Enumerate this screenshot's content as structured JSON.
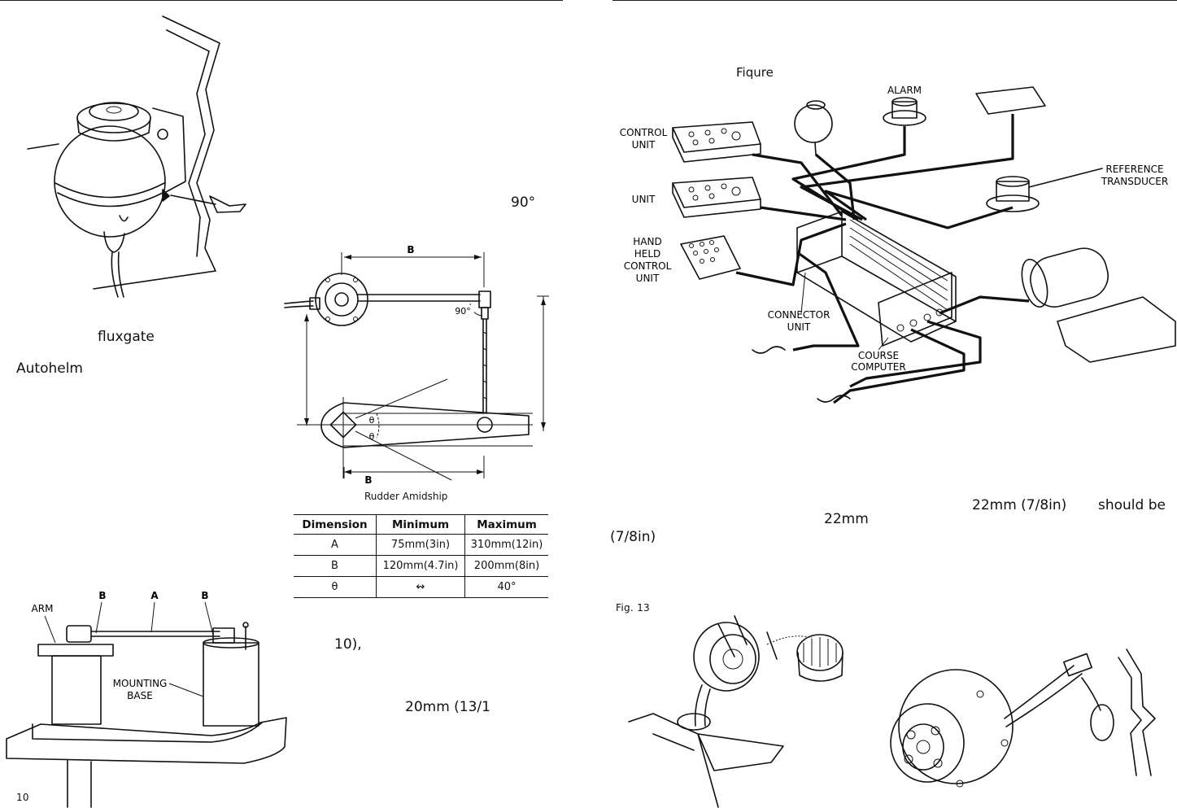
{
  "left_page": {
    "page_number": "10",
    "text_fragments": {
      "fluxgate": "fluxgate",
      "autohelm": "Autohelm",
      "angle_90": "90°",
      "fig_10": "10),",
      "twenty_mm": "20mm (13/1"
    },
    "fig_compass": {},
    "fig_linkage": {
      "label_b_top": "B",
      "label_b_bottom": "B",
      "label_90": "90°",
      "label_theta_1": "θ",
      "label_theta_2": "θ",
      "caption": "Rudder Amidship"
    },
    "table": {
      "headers": [
        "Dimension",
        "Minimum",
        "Maximum"
      ],
      "rows": [
        [
          "A",
          "75mm(3in)",
          "310mm(12in)"
        ],
        [
          "B",
          "120mm(4.7in)",
          "200mm(8in)"
        ],
        [
          "θ",
          "↭",
          "40°"
        ]
      ]
    },
    "fig_mounting": {
      "arm": "ARM",
      "b_left": "B",
      "a": "A",
      "b_right": "B",
      "mounting_base_1": "MOUNTING",
      "mounting_base_2": "BASE"
    }
  },
  "right_page": {
    "figure_label": "Fiqure",
    "system_diagram": {
      "alarm": "ALARM",
      "control_unit_1": "CONTROL",
      "control_unit_2": "UNIT",
      "unit": "UNIT",
      "hand_1": "HAND",
      "hand_2": "HELD",
      "hand_3": "CONTROL",
      "hand_4": "UNIT",
      "reference_1": "REFERENCE",
      "reference_2": "TRANSDUCER",
      "connector_1": "CONNECTOR",
      "connector_2": "UNIT",
      "course_1": "COURSE",
      "course_2": "COMPUTER"
    },
    "text_fragments": {
      "twentytwo_a": "22mm (7/8in)",
      "should_be": "should be",
      "twentytwo_b": "22mm",
      "seven_eighths": "(7/8in)"
    },
    "fig13_label": "Fig. 13"
  }
}
